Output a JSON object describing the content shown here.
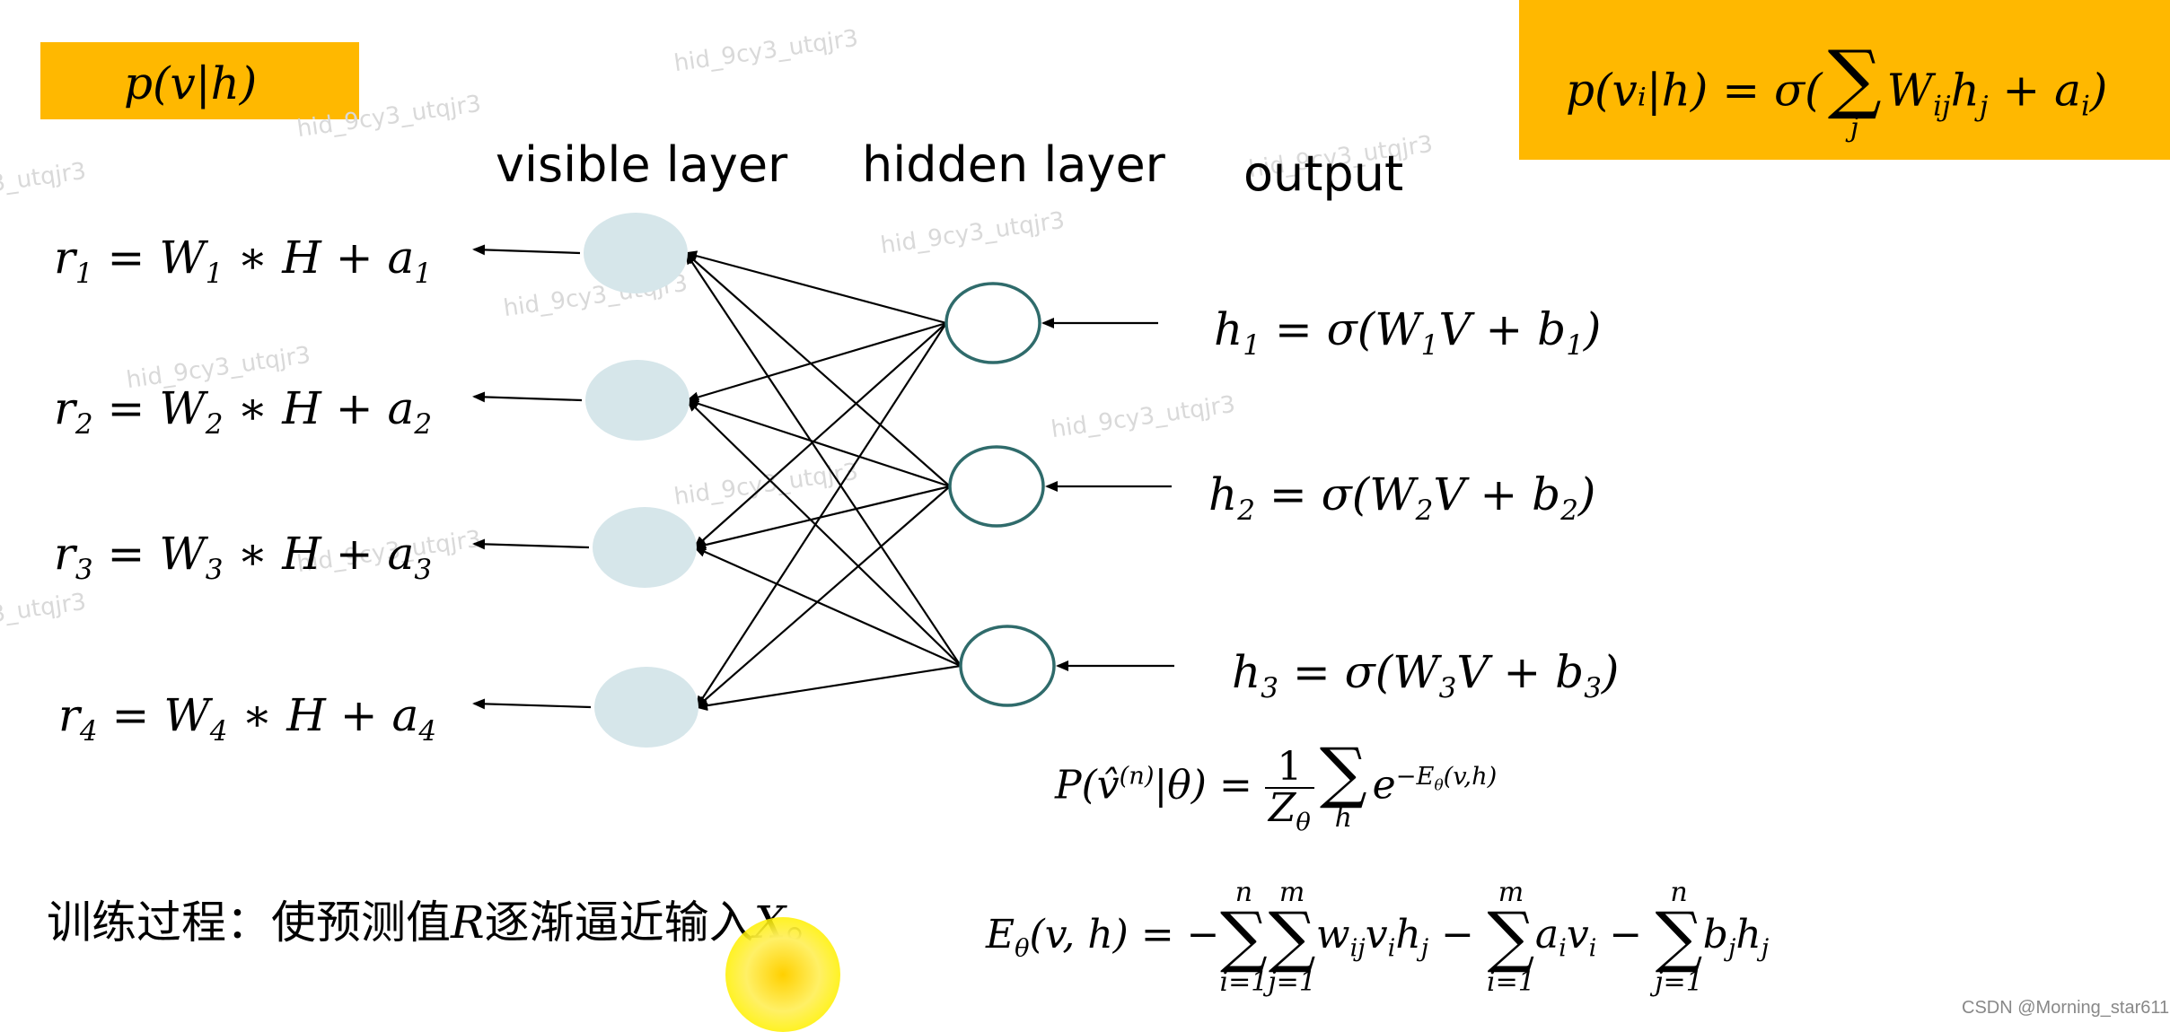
{
  "title_box": {
    "text": "p(v|h)",
    "color": "#ffb800"
  },
  "formula_box": {
    "lhs": "p(vᵢ|h) = σ(",
    "sum_sub": "j",
    "term": "W",
    "term_sub": "ij",
    "term2": "h",
    "term2_sub": "j",
    "plus": " + a",
    "plus_sub": "i",
    "close": ")",
    "color": "#ffb800"
  },
  "layers": {
    "visible": "visible layer",
    "hidden": "hidden layer",
    "output": "output"
  },
  "r_equations": [
    {
      "r": "r",
      "idx": "1",
      "eq": " = W",
      "w": "1",
      "rest": " ∗ H + a",
      "a": "1"
    },
    {
      "r": "r",
      "idx": "2",
      "eq": " = W",
      "w": "2",
      "rest": " ∗ H + a",
      "a": "2"
    },
    {
      "r": "r",
      "idx": "3",
      "eq": " = W",
      "w": "3",
      "rest": " ∗ H + a",
      "a": "3"
    },
    {
      "r": "r",
      "idx": "4",
      "eq": " = W",
      "w": "4",
      "rest": " ∗ H + a",
      "a": "4"
    }
  ],
  "h_equations": [
    {
      "h": "h",
      "idx": "1",
      "mid": " = σ(W",
      "w": "1",
      "end": "V + b",
      "b": "1",
      "close": ")"
    },
    {
      "h": "h",
      "idx": "2",
      "mid": " = σ(W",
      "w": "2",
      "end": "V + b",
      "b": "2",
      "close": ")"
    },
    {
      "h": "h",
      "idx": "3",
      "mid": " = σ(W",
      "w": "3",
      "end": "V + b",
      "b": "3",
      "close": ")"
    }
  ],
  "prob_eq": {
    "lhs": "P(v̂",
    "sup": "(n)",
    "mid": "|θ) = ",
    "num": "1",
    "den": "Z",
    "den_sub": "θ",
    "sum_sub": "h",
    "e": "e",
    "exp": "−E",
    "exp_sub": "θ",
    "exp_rest": "(v,h)"
  },
  "energy_eq": {
    "lhs": "E",
    "lhs_sub": "θ",
    "lhs_rest": "(v, h) = −",
    "s1_top": "n",
    "s1_bot": "i=1",
    "s2_top": "m",
    "s2_bot": "j=1",
    "t1": "w",
    "t1_sub": "ij",
    "t2": "v",
    "t2_sub": "i",
    "t3": "h",
    "t3_sub": "j",
    "minus1": " − ",
    "s3_top": "m",
    "s3_bot": "i=1",
    "t4": "a",
    "t4_sub": "i",
    "t5": "v",
    "t5_sub": "i",
    "minus2": " − ",
    "s4_top": "n",
    "s4_bot": "j=1",
    "t6": "b",
    "t6_sub": "j",
    "t7": "h",
    "t7_sub": "j"
  },
  "caption": {
    "pre": "训练过程：使预测值",
    "r": "R",
    "mid": "逐渐逼近输入",
    "x": "X",
    "post": "。"
  },
  "watermarks": [
    "hid_9cy3_utqjr3"
  ],
  "csdn": "CSDN @Morning_star611",
  "colors": {
    "visible_node": "#d6e6ea",
    "hidden_node_stroke": "#2f6b6b",
    "arrow": "#000000",
    "cursor": "#ffe600"
  }
}
